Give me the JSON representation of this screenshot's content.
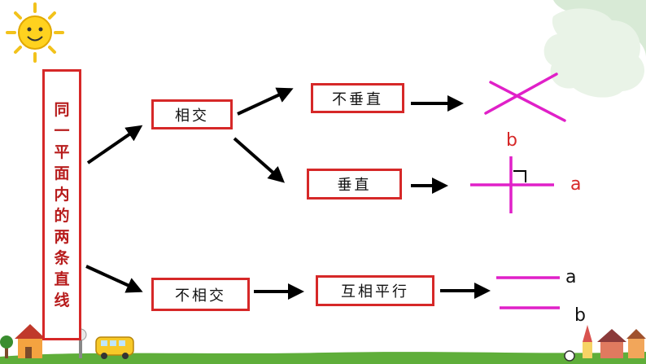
{
  "left_title": "同一平面内的两条直线",
  "nodes": {
    "intersect": "相交",
    "not_perpendicular": "不垂直",
    "perpendicular": "垂直",
    "not_intersect": "不相交",
    "parallel": "互相平行"
  },
  "line_labels": {
    "perp_b": "b",
    "perp_a": "a",
    "parallel_a": "a",
    "parallel_b": "b"
  },
  "colors": {
    "box_border": "#d62828",
    "arrow": "#000000",
    "line": "#e020c8",
    "left_text": "#b71c1c",
    "perp_label": "#d62828",
    "parallel_label": "#111111"
  },
  "decorations": [
    "sun-icon",
    "cloud-shape",
    "bus-icon",
    "house-icon",
    "tree-icon",
    "ball-icon",
    "grass-strip"
  ]
}
